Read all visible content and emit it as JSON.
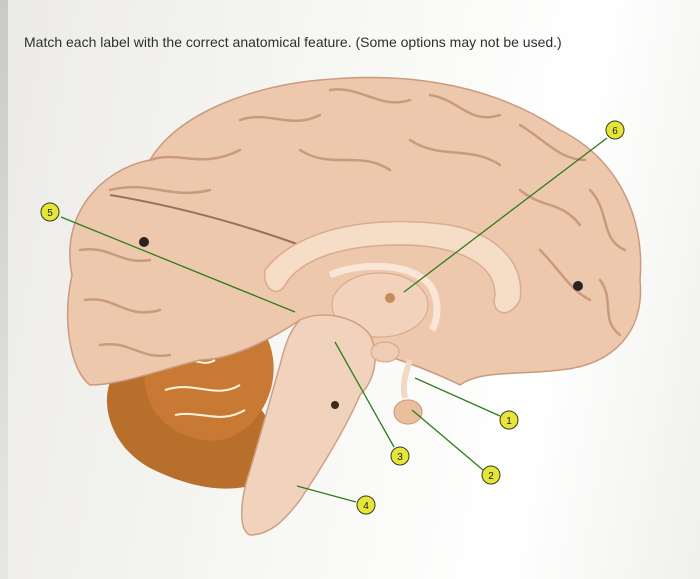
{
  "question": {
    "prompt": "Match each label with the correct anatomical feature. (Some options may not be used.)"
  },
  "figure": {
    "labels": [
      {
        "id": "label-1",
        "text": "1"
      },
      {
        "id": "label-2",
        "text": "2"
      },
      {
        "id": "label-3",
        "text": "3"
      },
      {
        "id": "label-4",
        "text": "4"
      },
      {
        "id": "label-5",
        "text": "5"
      },
      {
        "id": "label-6",
        "text": "6"
      }
    ],
    "colors": {
      "marker_fill": "#e6e63a",
      "leader_line": "#2e7d1a",
      "brain_tissue": "#eec8ad",
      "cerebellum": "#b96f2c"
    }
  }
}
